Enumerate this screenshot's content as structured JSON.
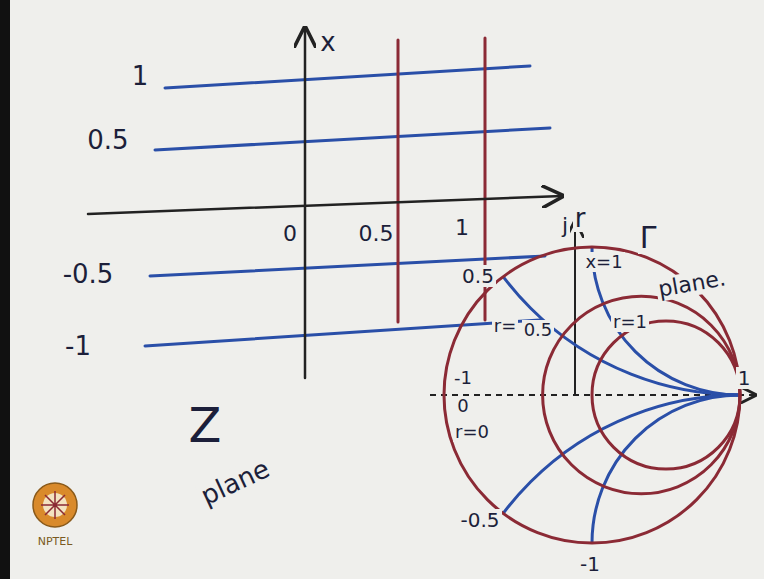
{
  "diagram": {
    "labels": [
      "x",
      "1",
      "0.5",
      "0",
      "0.5",
      "1",
      "r",
      "-0.5",
      "-1",
      "Z",
      "plane",
      "j",
      "x=1",
      "Γ",
      "plane.",
      "0.5",
      "r=",
      "0.5",
      "r=1",
      "-1",
      "0",
      "r=0",
      "1",
      "-0.5",
      "-1",
      "NPTEL"
    ]
  }
}
